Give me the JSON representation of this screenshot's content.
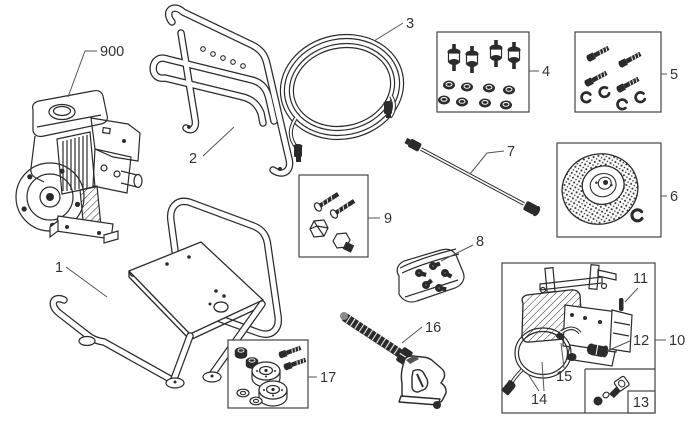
{
  "diagram": {
    "background_color": "#ffffff",
    "line_color": "#2b2b2b",
    "label_color": "#333333",
    "callouts": {
      "engine": "900",
      "frame": "1",
      "handle": "2",
      "pressure_hose": "3",
      "mount_kit": "4",
      "bolt_clip_kit": "5",
      "wheel_kit": "6",
      "wand": "7",
      "nozzle_bag": "8",
      "hardware_kit": "9",
      "pump_box": "10",
      "pin": "11",
      "outlet_fitting": "12",
      "inlet_fitting_kit": "13",
      "chemical_hose": "14",
      "pump_port": "15",
      "spray_gun": "16",
      "caster_kit": "17"
    }
  }
}
